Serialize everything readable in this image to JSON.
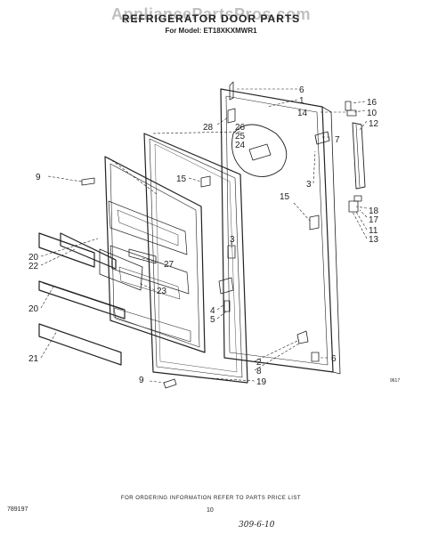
{
  "watermark": "AppliancePartsPros.com",
  "title": "REFRIGERATOR DOOR PARTS",
  "model": "For Model: ET18XKXMWR1",
  "footnote": "FOR ORDERING INFORMATION REFER TO PARTS PRICE LIST",
  "doc_code": "789197",
  "page_number": "10",
  "handwritten": "309-6-10",
  "figure_code": "9617",
  "callouts": {
    "c6a": "6",
    "c1": "1",
    "c28": "28",
    "c26": "26",
    "c25": "25",
    "c24": "24",
    "c14": "14",
    "c16": "16",
    "c10": "10",
    "c12": "12",
    "c7": "7",
    "c9a": "9",
    "c15a": "15",
    "c3a": "3",
    "c15b": "15",
    "c18": "18",
    "c17": "17",
    "c11": "11",
    "c13": "13",
    "c3b": "3",
    "c20a": "20",
    "c22": "22",
    "c27": "27",
    "c23": "23",
    "c20b": "20",
    "c4": "4",
    "c5": "5",
    "c21": "21",
    "c2": "2",
    "c8": "8",
    "c6b": "6",
    "c9b": "9",
    "c19": "19"
  }
}
